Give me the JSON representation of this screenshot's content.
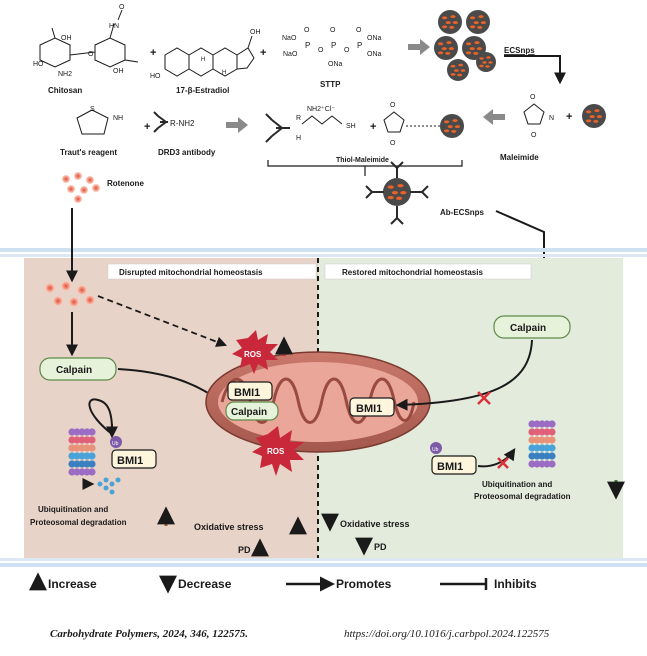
{
  "synthesis": {
    "chitosan": "Chitosan",
    "estradiol": "17-β-Estradiol",
    "stpp": "STTP",
    "ecsnps": "ECSnps",
    "trauts": "Traut's reagent",
    "drd3": "DRD3 antibody",
    "maleimide": "Maleimide",
    "thiol_maleimide": "Thiol-Maleimide",
    "ab_ecsnps": "Ab-ECSnps",
    "rotenone": "Rotenone",
    "nh2": "NH2",
    "chem_r_nh2": "R-NH2",
    "chem_nh2cl": "NH2⁺Cl⁻",
    "chem_r": "R",
    "chem_sh": "SH",
    "chem_nh": "NH",
    "chem_s": "S",
    "chem_h": "H"
  },
  "panels": {
    "left_title": "Disrupted mitochondrial homeostasis",
    "right_title": "Restored mitochondrial homeostasis"
  },
  "left": {
    "calpain": "Calpain",
    "bmi1": "BMI1",
    "ub": "Ub",
    "ubiq_line1": "Ubiquitination and",
    "ubiq_line2": "Proteosomal degradation",
    "oxidative": "Oxidative stress",
    "pd": "PD"
  },
  "mito": {
    "bmi1": "BMI1",
    "calpain": "Calpain",
    "ros": "ROS"
  },
  "right": {
    "calpain": "Calpain",
    "bmi1_mito": "BMI1",
    "bmi1": "BMI1",
    "ub": "Ub",
    "ubiq_line1": "Ubiquitination and",
    "ubiq_line2": "Proteosomal degradation",
    "oxidative": "Oxidative stress",
    "pd": "PD"
  },
  "legend": {
    "increase": "Increase",
    "decrease": "Decrease",
    "promotes": "Promotes",
    "inhibits": "Inhibits"
  },
  "citation": {
    "journal": "Carbohydrate Polymers, 2024, 346, 122575.",
    "doi": "https://doi.org/10.1016/j.carbpol.2024.122575"
  },
  "colors": {
    "left_bg": "#e8d3c8",
    "right_bg": "#e3ebdc",
    "calpain_fill": "#e6f2da",
    "calpain_stroke": "#5e8a4a",
    "bmi1_fill": "#fdf6dc",
    "ros": "#c8283a",
    "mito_outer": "#b5675b",
    "up_red": "#b0343a",
    "up_brown": "#a35a1c",
    "down_green": "#3e7a34",
    "nano": "#4a4a4a",
    "nano_dot": "#e8632a"
  }
}
